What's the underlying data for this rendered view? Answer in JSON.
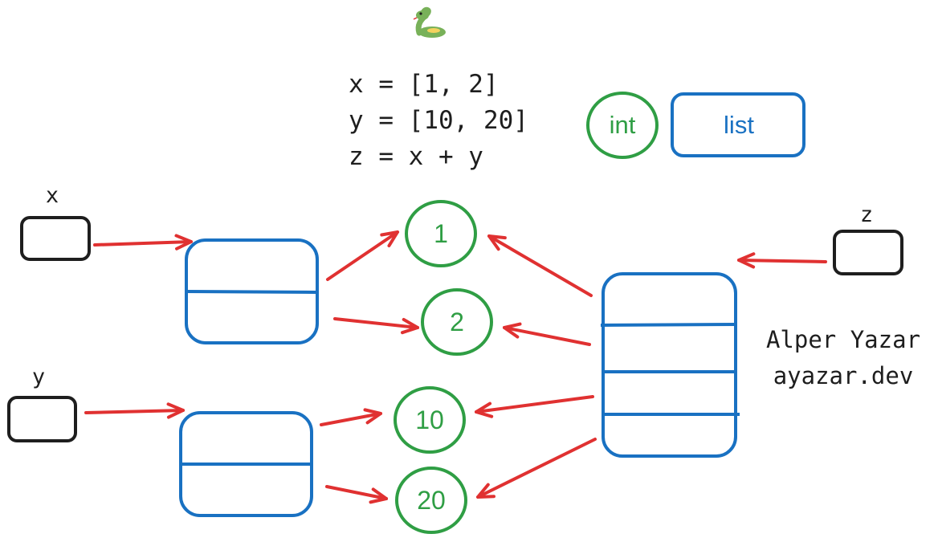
{
  "code": {
    "line1": "x = [1, 2]",
    "line2": "y = [10, 20]",
    "line3": "z = x + y"
  },
  "legend": {
    "int_label": "int",
    "list_label": "list"
  },
  "variables": {
    "x": "x",
    "y": "y",
    "z": "z"
  },
  "ints": {
    "one": "1",
    "two": "2",
    "ten": "10",
    "twenty": "20"
  },
  "credit": {
    "name": "Alper Yazar",
    "site": "ayazar.dev"
  },
  "icon": {
    "python": "snake-icon"
  },
  "colors": {
    "int": "#2f9e44",
    "list": "#1971c2",
    "reference_arrow": "#e03131",
    "variable": "#1e1e1e"
  }
}
